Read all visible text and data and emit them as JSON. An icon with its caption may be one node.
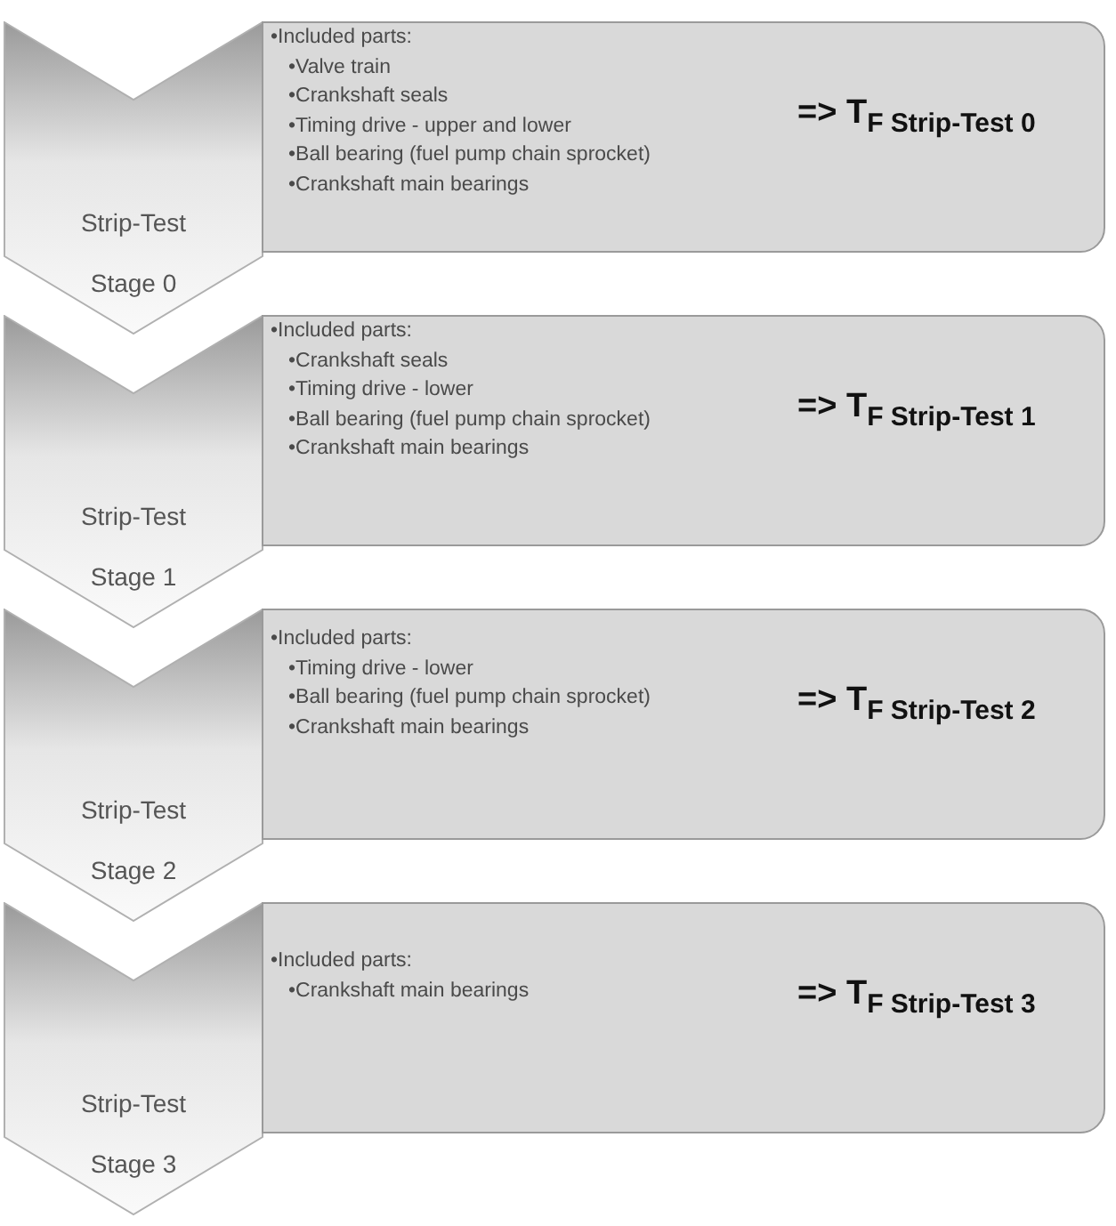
{
  "diagram": {
    "nodes": [
      {
        "text": [
          "Strip-Test Stage 0"
        ]
      },
      {
        "text": [
          "•Included parts:",
          "•Valve train",
          "•Crankshaft seals",
          "•Timing drive - upper and lower",
          "•Ball bearing (fuel pump chain sprocket)",
          "•Crankshaft main bearings",
          "=> T$_{F Strip-Test 0}$"
        ]
      },
      {
        "text": [
          "Strip-Test Stage 1"
        ]
      },
      {
        "text": [
          "•Included parts:",
          "•Crankshaft seals",
          "•Timing drive - lower",
          "•Ball bearing (fuel pump chain sprocket)",
          "•Crankshaft main bearings",
          "=> T$_{F Strip-Test 1}$"
        ]
      },
      {
        "text": [
          "Strip-Test Stage 2"
        ]
      },
      {
        "text": [
          "•Included parts:",
          "•Timing drive - lower",
          "•Ball bearing (fuel pump chain sprocket)",
          "•Crankshaft main bearings",
          "=> T$_{F Strip-Test 2}$"
        ]
      },
      {
        "text": [
          "Strip-Test Stage 3"
        ]
      },
      {
        "text": [
          "•Included parts:",
          "•Crankshaft main bearings",
          "=> T$_{F Strip-Test 3}$"
        ]
      }
    ]
  }
}
